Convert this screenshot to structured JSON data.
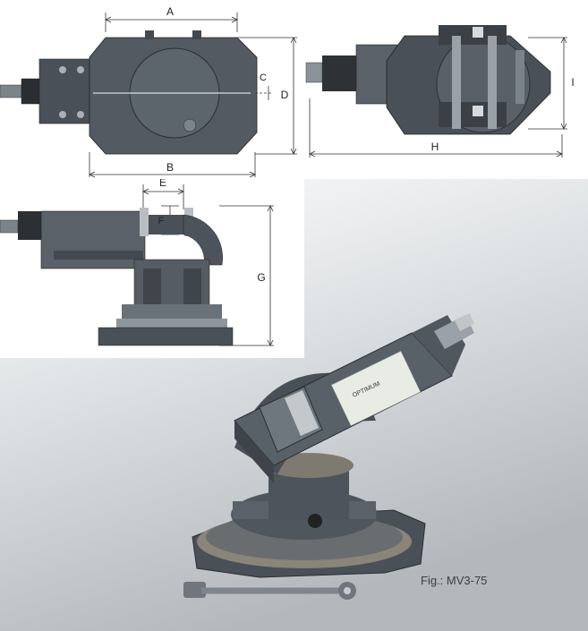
{
  "colors": {
    "steel_dark": "#3d434a",
    "steel_mid": "#5f676f",
    "steel_light": "#8a929a",
    "label_plate": "#e9ebe5",
    "dim_line": "#333333",
    "gradient_top": "#ffffff",
    "gradient_bottom": "#b7bcc1"
  },
  "drawings": {
    "top_view": {
      "labels": {
        "A": "A",
        "B": "B",
        "C": "C",
        "D": "D"
      }
    },
    "right_view": {
      "labels": {
        "H": "H",
        "I": "I"
      }
    },
    "side_view": {
      "labels": {
        "E": "E",
        "F": "F",
        "G": "G"
      }
    }
  },
  "photo": {
    "brand": "OPTIMUM",
    "caption": "Fig.: MV3-75"
  }
}
